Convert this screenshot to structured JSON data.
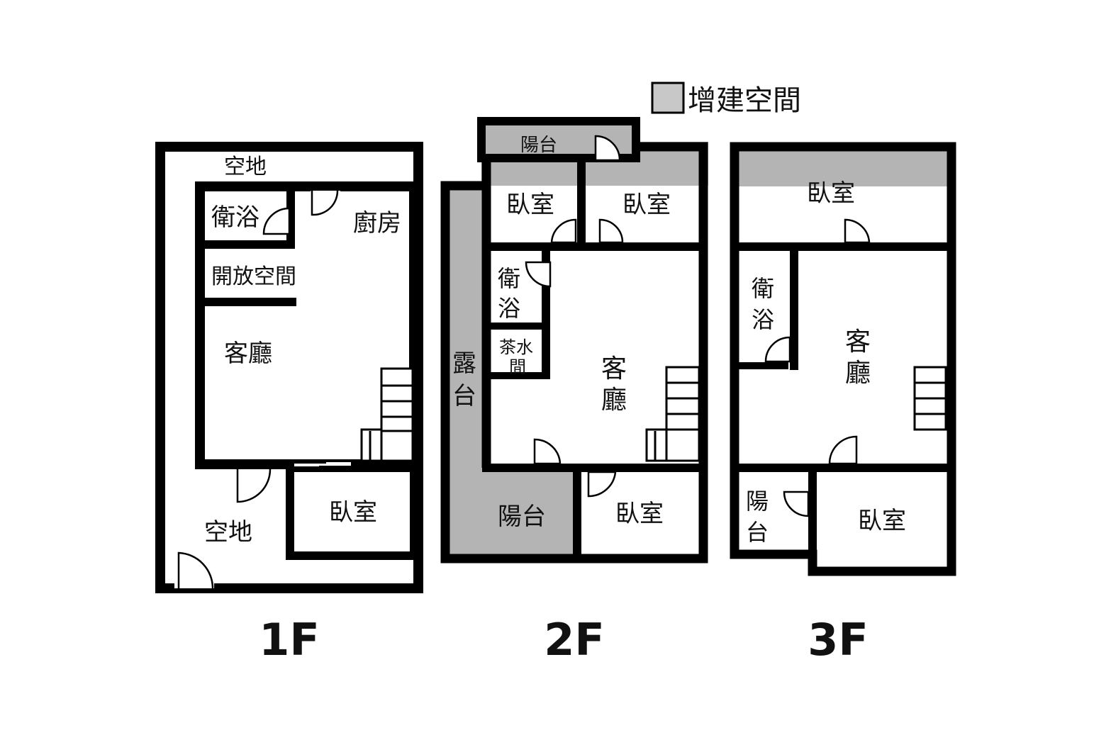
{
  "legend": {
    "label": "增建空間",
    "swatch_color": "#c8c8c8"
  },
  "colors": {
    "wall": "#000000",
    "addition": "#b4b4b4",
    "room": "#ffffff"
  },
  "floors": [
    {
      "name": "1F",
      "rooms": {
        "yard_top": "空地",
        "bath": "衛浴",
        "kitchen": "廚房",
        "open_space": "開放空間",
        "living": "客廳",
        "yard_bottom": "空地",
        "bedroom": "臥室"
      }
    },
    {
      "name": "2F",
      "rooms": {
        "balcony_top": "陽台",
        "bedroom_left": "臥室",
        "bedroom_right": "臥室",
        "bath_line1": "衛",
        "bath_line2": "浴",
        "tea_line1": "茶水",
        "tea_line2": "間",
        "terrace_line1": "露",
        "terrace_line2": "台",
        "living_line1": "客",
        "living_line2": "廳",
        "balcony_bottom": "陽台",
        "bedroom_bottom": "臥室"
      }
    },
    {
      "name": "3F",
      "rooms": {
        "bedroom_top": "臥室",
        "bath_line1": "衛",
        "bath_line2": "浴",
        "living_line1": "客",
        "living_line2": "廳",
        "balcony_line1": "陽",
        "balcony_line2": "台",
        "bedroom_bottom": "臥室"
      }
    }
  ]
}
